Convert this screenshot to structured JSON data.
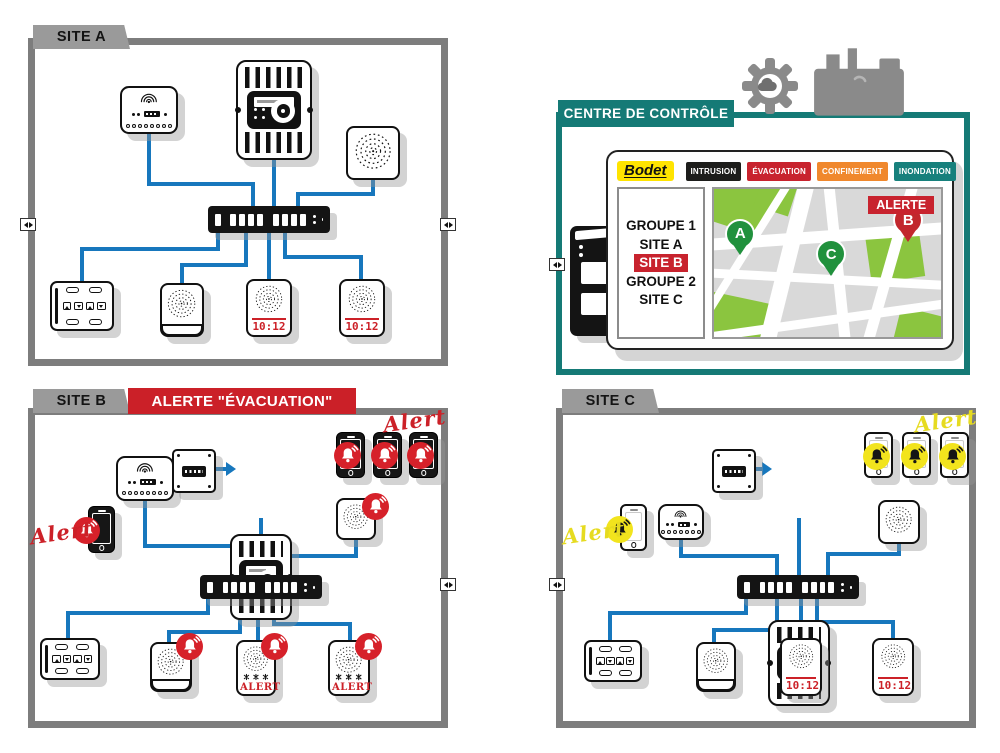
{
  "panels": {
    "site_a": {
      "label": "SITE A"
    },
    "site_b": {
      "label": "SITE B",
      "banner": "ALERTE \"ÉVACUATION\""
    },
    "site_c": {
      "label": "SITE C"
    },
    "control_center": {
      "label": "CENTRE DE CONTRÔLE"
    }
  },
  "screen": {
    "logo": "Bodet",
    "alert_buttons": [
      {
        "label": "INTRUSION",
        "color": "#1d1d1b"
      },
      {
        "label": "ÉVACUATION",
        "color": "#c8232e"
      },
      {
        "label": "CONFINEMENT",
        "color": "#f0882d"
      },
      {
        "label": "INONDATION",
        "color": "#17807c"
      }
    ],
    "group_list": [
      {
        "label": "GROUPE 1",
        "kind": "group",
        "highlighted": false
      },
      {
        "label": "SITE A",
        "kind": "site",
        "highlighted": false
      },
      {
        "label": "SITE B",
        "kind": "site",
        "highlighted": true
      },
      {
        "label": "GROUPE 2",
        "kind": "group",
        "highlighted": false
      },
      {
        "label": "SITE C",
        "kind": "site",
        "highlighted": false
      }
    ],
    "map": {
      "alert_tag": "ALERTE",
      "markers": [
        {
          "letter": "A",
          "color": "#21913d"
        },
        {
          "letter": "C",
          "color": "#21913d"
        },
        {
          "letter": "B",
          "color": "#c2272d"
        }
      ]
    }
  },
  "annotations": {
    "alert_handwritten": "Alert",
    "clock_time": "10:12",
    "speaker_display_alert": "ALERT"
  },
  "colors": {
    "wire_blue": "#1777bd",
    "alert_red": "#cc2128",
    "alert_yellow": "#f2e41d",
    "panel_gray": "#7d7d7d",
    "tab_gray": "#9a9a9a",
    "control_teal": "#157a76"
  }
}
